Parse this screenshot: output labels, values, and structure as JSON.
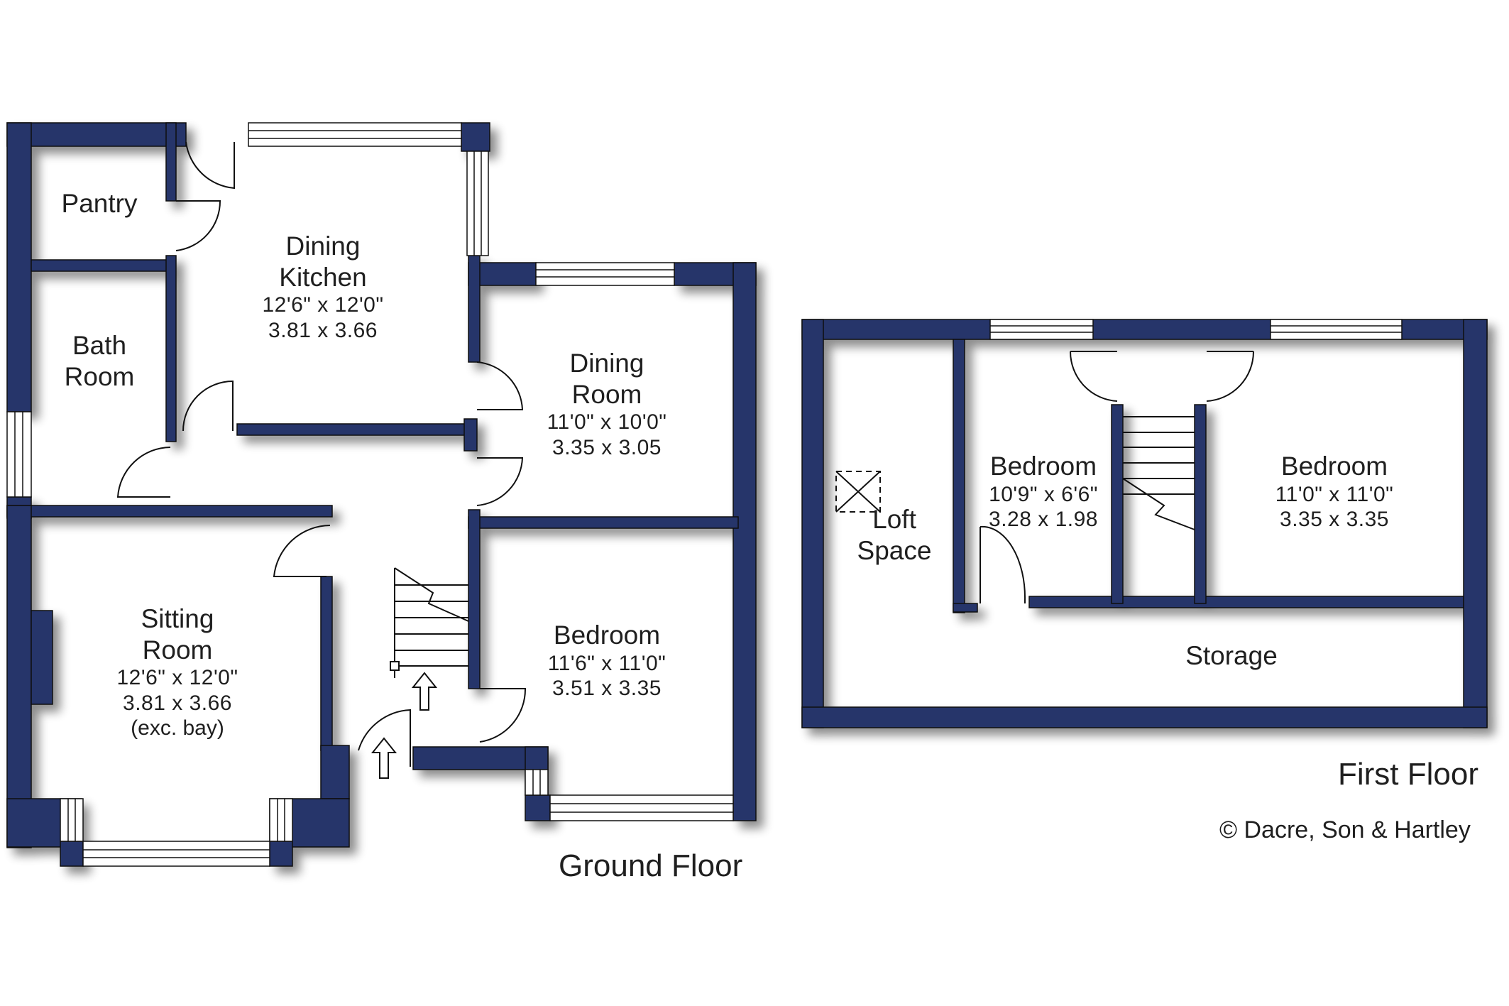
{
  "colors": {
    "wall": "#26346b",
    "window": "#ffffff",
    "line": "#1a1a1a",
    "background": "#ffffff"
  },
  "ground_floor": {
    "title": "Ground Floor",
    "rooms": [
      {
        "name": "Pantry"
      },
      {
        "name": "Dining Kitchen",
        "name_line1": "Dining",
        "name_line2": "Kitchen",
        "imperial": "12'6\"  x  12'0\"",
        "metric": "3.81  x  3.66"
      },
      {
        "name": "Bath Room",
        "name_line1": "Bath",
        "name_line2": "Room"
      },
      {
        "name": "Dining Room",
        "name_line1": "Dining",
        "name_line2": "Room",
        "imperial": "11'0\"  x  10'0\"",
        "metric": "3.35  x  3.05"
      },
      {
        "name": "Sitting Room",
        "name_line1": "Sitting",
        "name_line2": "Room",
        "imperial": "12'6\"  x  12'0\"",
        "metric": "3.81  x  3.66",
        "note": "(exc. bay)"
      },
      {
        "name": "Bedroom",
        "imperial": "11'6\"  x  11'0\"",
        "metric": "3.51  x  3.35"
      }
    ]
  },
  "first_floor": {
    "title": "First Floor",
    "rooms": [
      {
        "name": "Loft Space",
        "name_line1": "Loft",
        "name_line2": "Space"
      },
      {
        "name": "Bedroom",
        "imperial": "10'9\"  x   6'6\"",
        "metric": "3.28  x  1.98"
      },
      {
        "name": "Bedroom",
        "imperial": "11'0\"  x  11'0\"",
        "metric": "3.35  x  3.35"
      },
      {
        "name": "Storage"
      }
    ]
  },
  "copyright": "© Dacre, Son & Hartley"
}
